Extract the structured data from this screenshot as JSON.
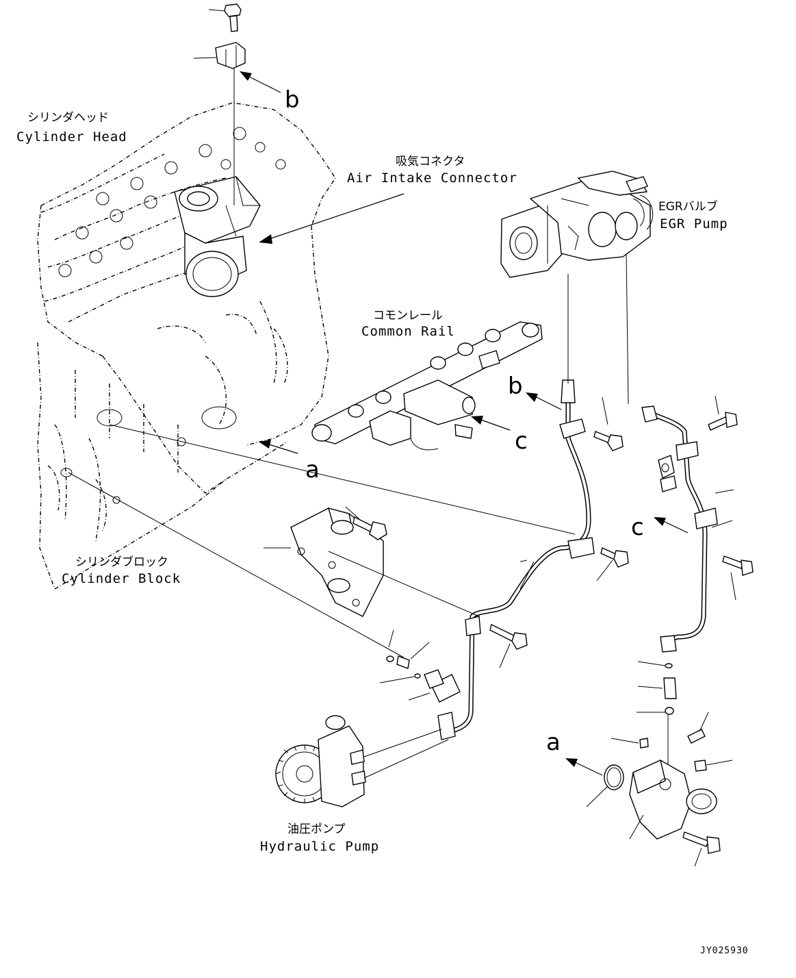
{
  "labels": {
    "cylinder_head_jp": "シリンダヘッド",
    "cylinder_head_en": "Cylinder Head",
    "air_intake_jp": "吸気コネクタ",
    "air_intake_en": "Air Intake Connector",
    "egr_jp": "EGRバルブ",
    "egr_en": "EGR Pump",
    "common_rail_jp": "コモンレール",
    "common_rail_en": "Common Rail",
    "cylinder_block_jp": "シリンダブロック",
    "cylinder_block_en": "Cylinder Block",
    "hydraulic_pump_jp": "油圧ポンプ",
    "hydraulic_pump_en": "Hydraulic Pump"
  },
  "refs": {
    "b_top": "b",
    "a_block": "a",
    "b_rail": "b",
    "c_rail": "c",
    "c_right": "c",
    "a_bottom": "a"
  },
  "drawing_code": "JY025930"
}
